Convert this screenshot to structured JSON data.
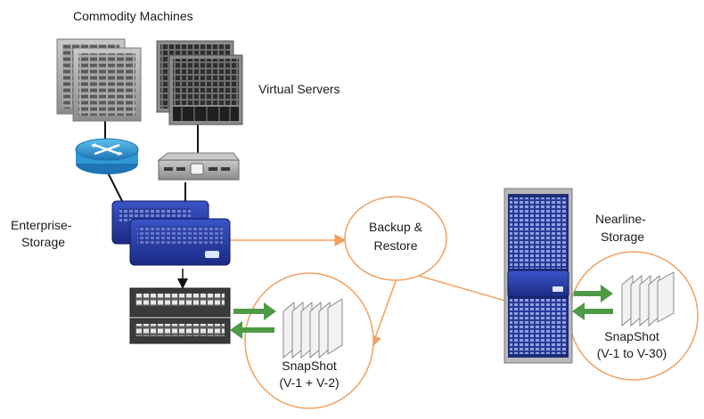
{
  "labels": {
    "commodity_machines": "Commodity Machines",
    "virtual_servers": "Virtual Servers",
    "enterprise_storage_line1": "Enterprise-",
    "enterprise_storage_line2": "Storage",
    "backup_restore_line1": "Backup &",
    "backup_restore_line2": "Restore",
    "nearline_storage_line1": "Nearline-",
    "nearline_storage_line2": "Storage",
    "snapshot_left_line1": "SnapShot",
    "snapshot_left_line2": "(V-1 + V-2)",
    "snapshot_right_line1": "SnapShot",
    "snapshot_right_line2": "(V-1 to V-30)"
  },
  "colors": {
    "connector_orange": "#f0a060",
    "sync_green": "#4e9a45",
    "storage_blue": "#2a3fa8",
    "rack_navy": "#24347e",
    "machine_gray": "#9a9a9a",
    "router_blue": "#2f9ad6"
  },
  "icons": [
    "commodity-machine-icon",
    "virtual-server-icon",
    "router-icon",
    "switch-icon",
    "enterprise-storage-icon",
    "disk-array-icon",
    "nearline-rack-icon",
    "snapshot-pages-icon",
    "sync-arrows-icon"
  ]
}
